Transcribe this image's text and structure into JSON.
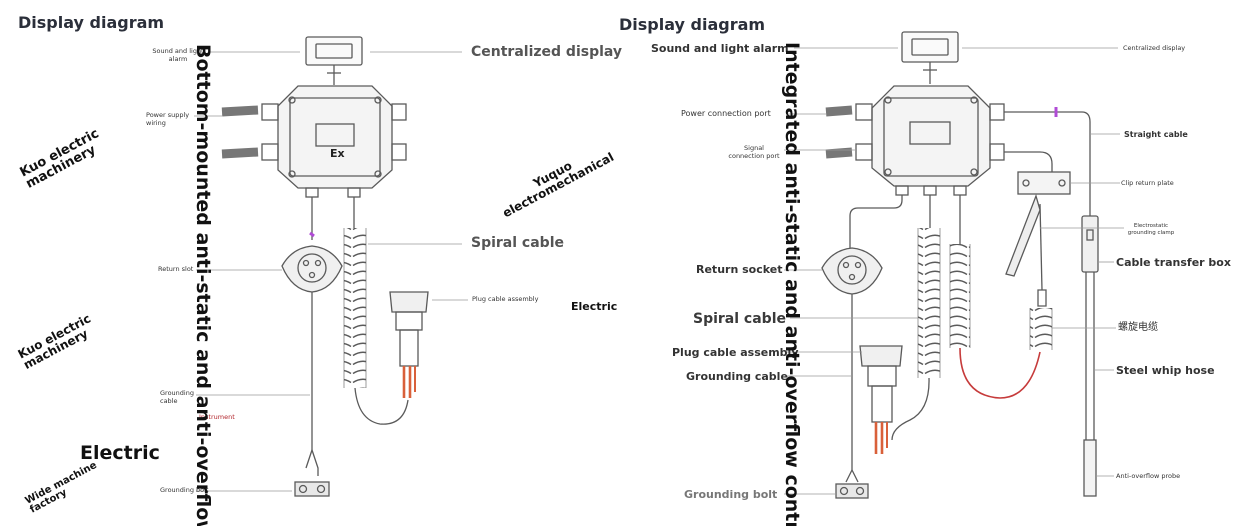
{
  "left": {
    "title": "Display diagram",
    "labels": {
      "sound_light_alarm": "Sound and light alarm",
      "centralized_display": "Centralized display",
      "power_supply": "Power supply wiring",
      "spiral_cable": "Spiral cable",
      "return_slot": "Return slot",
      "plug_cable_assembly": "Plug cable assembly",
      "grounding_cable": "Grounding cable",
      "instrument": "Instrument",
      "grounding_bolt": "Grounding bolt",
      "ex_mark": "Ex"
    },
    "vertical_title": "Bottom-mounted anti-static and anti-overflow control",
    "watermarks": {
      "kuo_1": "Kuo electric machinery",
      "kuo_2": "Kuo electric machinery",
      "yuquo": "Yuquo electromechanical",
      "electric_big": "Electric",
      "electric_small": "Electric",
      "wide": "Wide machine factory"
    }
  },
  "right": {
    "title": "Display diagram",
    "labels": {
      "sound_light_alarm": "Sound and light alarm",
      "centralized_display": "Centralized display",
      "power_connection_port": "Power connection port",
      "signal_connection_port": "Signal connection port",
      "straight_cable": "Straight cable",
      "clip_return_plate": "Clip return plate",
      "electrostatic_grounding_clamp": "Electrostatic grounding clamp",
      "cable_transfer_box": "Cable transfer box",
      "return_socket": "Return socket",
      "spiral_cable": "Spiral cable",
      "chinese_spiral_cable": "螺旋电缆",
      "plug_cable_assembly": "Plug cable assembly",
      "grounding_cable": "Grounding cable",
      "steel_whip_hose": "Steel whip hose",
      "anti_overflow_probe": "Anti-overflow probe",
      "grounding_bolt": "Grounding bolt"
    },
    "vertical_title": "Integrated anti-static and anti-overflow controller"
  },
  "colors": {
    "line": "#5a5a5a",
    "red_accent": "#b3262d",
    "purple_tag": "#b04bd6",
    "orange_plug": "#d9603a"
  }
}
